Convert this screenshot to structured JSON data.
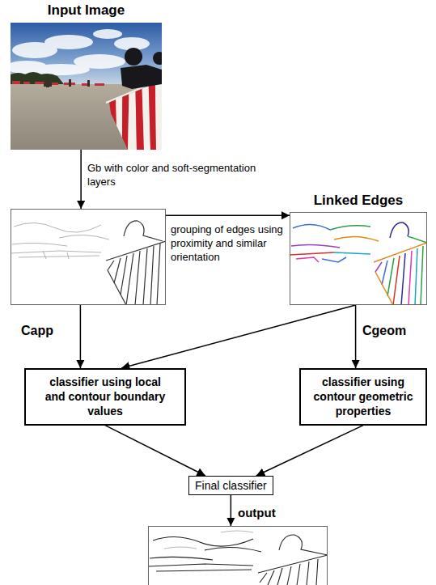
{
  "diagram": {
    "nodes": [
      {
        "text": [
          "Input Image"
        ]
      },
      {
        "text": []
      },
      {
        "text": [
          "Linked Edges"
        ]
      },
      {
        "text": [
          "classifier using local and contour boundary values"
        ]
      },
      {
        "text": [
          "classifier using contour geometric properties"
        ]
      },
      {
        "text": [
          "Final classifier"
        ]
      },
      {
        "text": [
          "output"
        ]
      }
    ],
    "edges": [
      {
        "from": 0,
        "to": 1,
        "arrow": "to",
        "label": "Gb with color and soft-segmentation layers"
      },
      {
        "from": 1,
        "to": 2,
        "arrow": "to",
        "label": "grouping of edges using proximity and similar orientation"
      },
      {
        "from": 1,
        "to": 3,
        "arrow": "to",
        "label": "Capp"
      },
      {
        "from": 2,
        "to": 3,
        "arrow": "to"
      },
      {
        "from": 2,
        "to": 4,
        "arrow": "to",
        "label": "Cgeom"
      },
      {
        "from": 3,
        "to": 5,
        "arrow": "to"
      },
      {
        "from": 4,
        "to": 5,
        "arrow": "to"
      },
      {
        "from": 5,
        "to": 6,
        "arrow": "to"
      }
    ]
  }
}
